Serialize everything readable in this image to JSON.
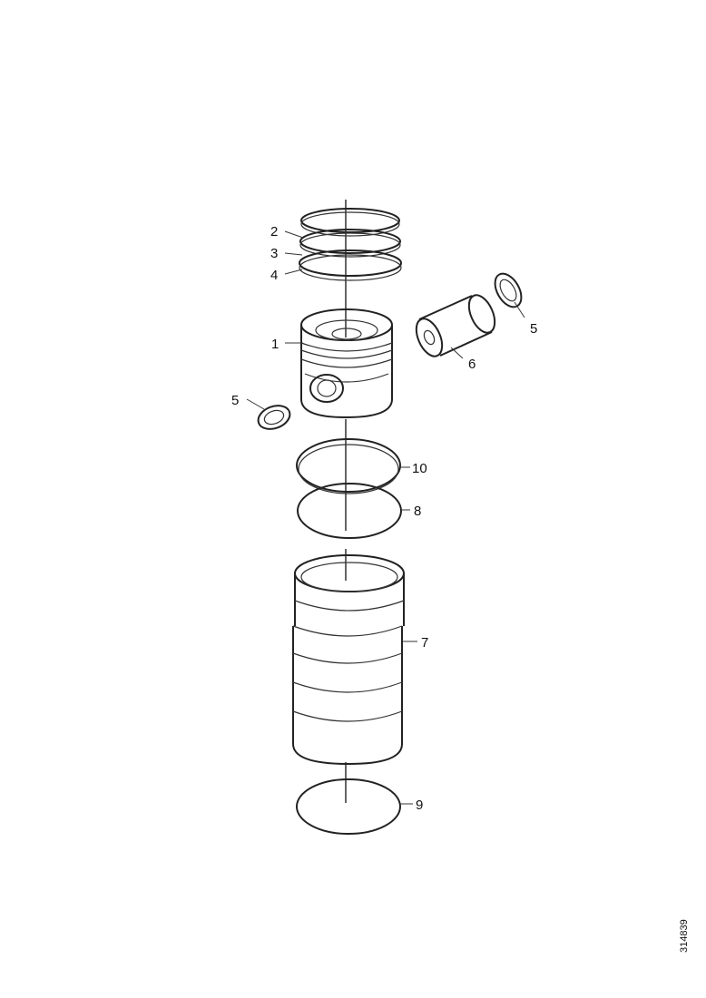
{
  "diagram": {
    "callouts": {
      "piston": "1",
      "compression_ring_top": "2",
      "compression_ring_second": "3",
      "oil_ring": "4",
      "circlip_right": "5",
      "piston_pin": "6",
      "cylinder_liner": "7",
      "circlip_left": "5",
      "liner_seal_upper": "8",
      "liner_seal_bottom": "9",
      "liner_seal_ring_top": "10"
    },
    "document_reference": "314839"
  }
}
